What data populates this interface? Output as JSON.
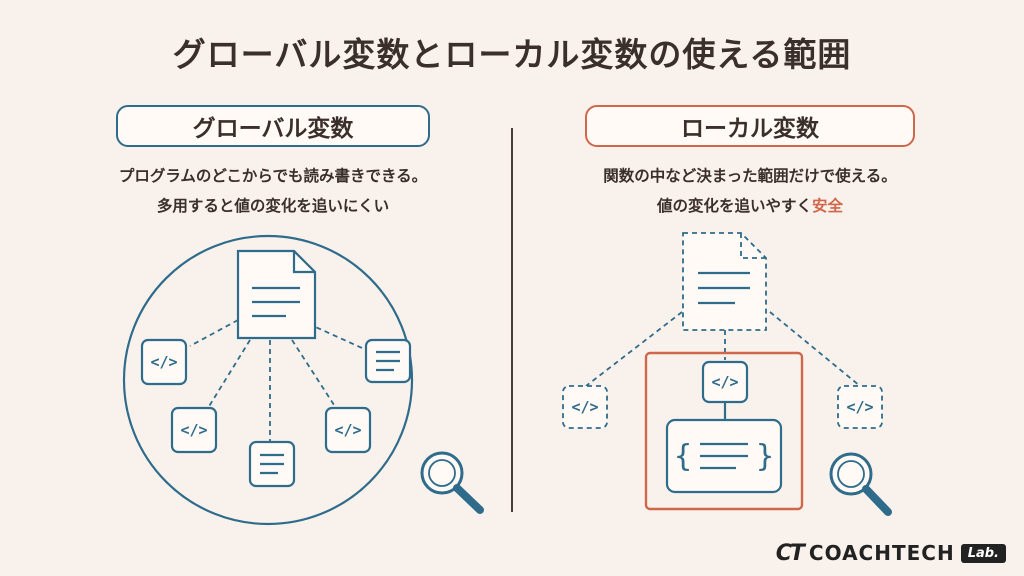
{
  "title": "グローバル変数とローカル変数の使える範囲",
  "global": {
    "label": "グローバル変数",
    "desc_line1": "プログラムのどこからでも読み書きできる。",
    "desc_line2": "多用すると値の変化を追いにくい"
  },
  "local": {
    "label": "ローカル変数",
    "desc_line1": "関数の中など決まった範囲だけで使える。",
    "desc_line2_pre": "値の変化を追いやすく",
    "desc_line2_accent": "安全"
  },
  "icons": {
    "code_glyph": "</>",
    "brace_open": "{",
    "brace_close": "}"
  },
  "brand": {
    "mark": "CT",
    "name": "COACHTECH",
    "lab": "Lab."
  },
  "colors": {
    "background": "#f9f2ec",
    "blue": "#2f6b8a",
    "orange": "#d0664a",
    "text": "#3b2f2b"
  }
}
